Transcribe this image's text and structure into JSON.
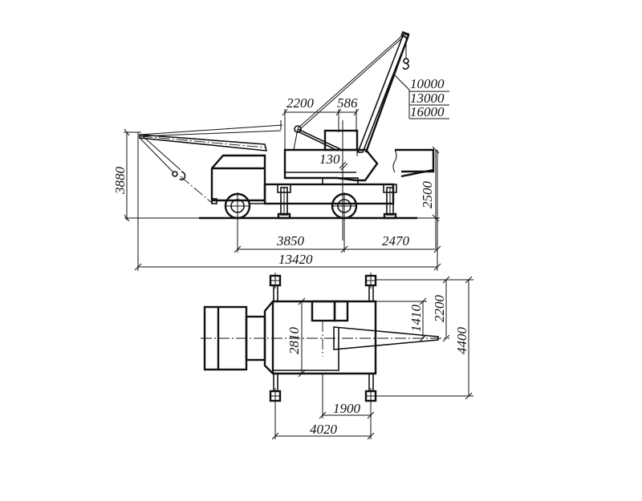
{
  "drawing": {
    "title": "Truck crane general arrangement (side and plan views)",
    "line_color": "#111111",
    "background": "#ffffff"
  },
  "side_view": {
    "dimensions": {
      "jib_section": "2200",
      "offset_586": "586",
      "height_total": "3880",
      "rotation_130": "130",
      "height_platform": "2500",
      "wheelbase": "3850",
      "rear_overhang": "2470",
      "overall_length": "13420"
    },
    "boom_lengths": [
      "10000",
      "13000",
      "16000"
    ]
  },
  "plan_view": {
    "dimensions": {
      "frame_width": "2810",
      "half_track_1410": "1410",
      "outrigger_half": "2200",
      "outrigger_span": "4400",
      "outrigger_offset": "1900",
      "outrigger_base": "4020"
    }
  }
}
